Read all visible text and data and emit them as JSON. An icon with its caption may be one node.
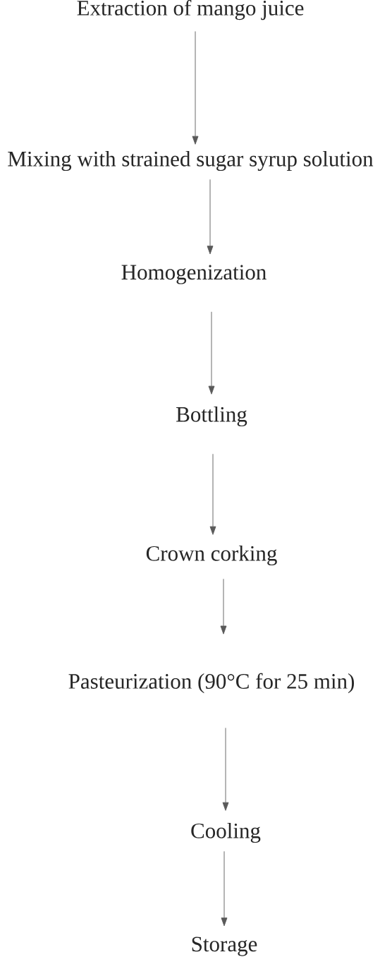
{
  "diagram": {
    "nodes": [
      {
        "text": [
          "Extraction of mango juice"
        ]
      },
      {
        "text": [
          "Mixing with strained sugar syrup solution"
        ]
      },
      {
        "text": [
          "Homogenization"
        ]
      },
      {
        "text": [
          "Bottling"
        ]
      },
      {
        "text": [
          "Crown corking"
        ]
      },
      {
        "text": [
          "Pasteurization (90°C for 25 min)"
        ]
      },
      {
        "text": [
          "Cooling"
        ]
      },
      {
        "text": [
          "Storage"
        ]
      }
    ],
    "edges": [
      {
        "from": 0,
        "to": 1,
        "arrow": "to"
      },
      {
        "from": 1,
        "to": 2,
        "arrow": "to"
      },
      {
        "from": 2,
        "to": 3,
        "arrow": "to"
      },
      {
        "from": 3,
        "to": 4,
        "arrow": "to"
      },
      {
        "from": 4,
        "to": 5,
        "arrow": "to"
      },
      {
        "from": 5,
        "to": 6,
        "arrow": "to"
      },
      {
        "from": 6,
        "to": 7,
        "arrow": "to"
      }
    ]
  }
}
